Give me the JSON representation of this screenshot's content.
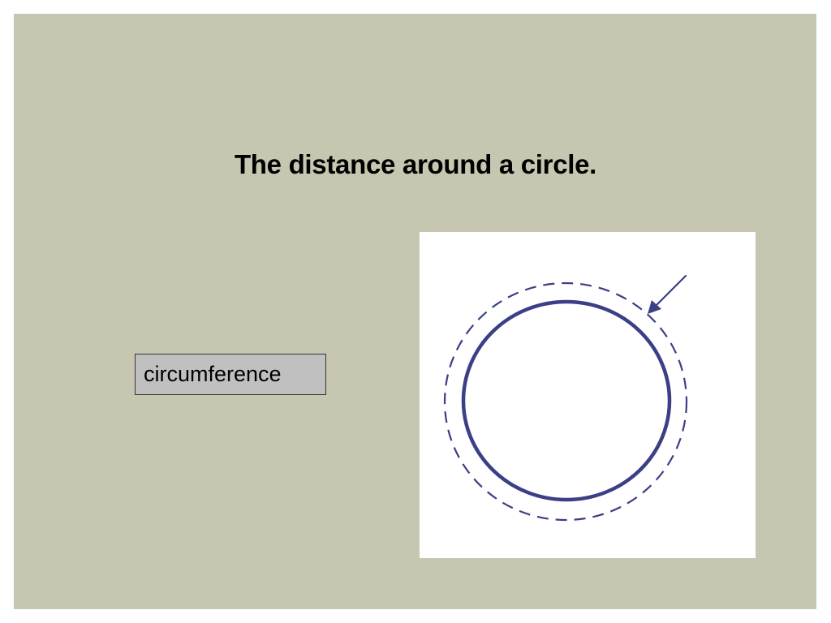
{
  "slide": {
    "title": "The distance around a circle.",
    "answer_label": "circumference"
  },
  "colors": {
    "background": "#c7c7b1",
    "answer_box_fill": "#c0c0c0",
    "circle_stroke": "#3b3f85",
    "figure_background": "#ffffff"
  },
  "figure": {
    "icon": "circle-with-dashed-circumference-and-arrow"
  }
}
